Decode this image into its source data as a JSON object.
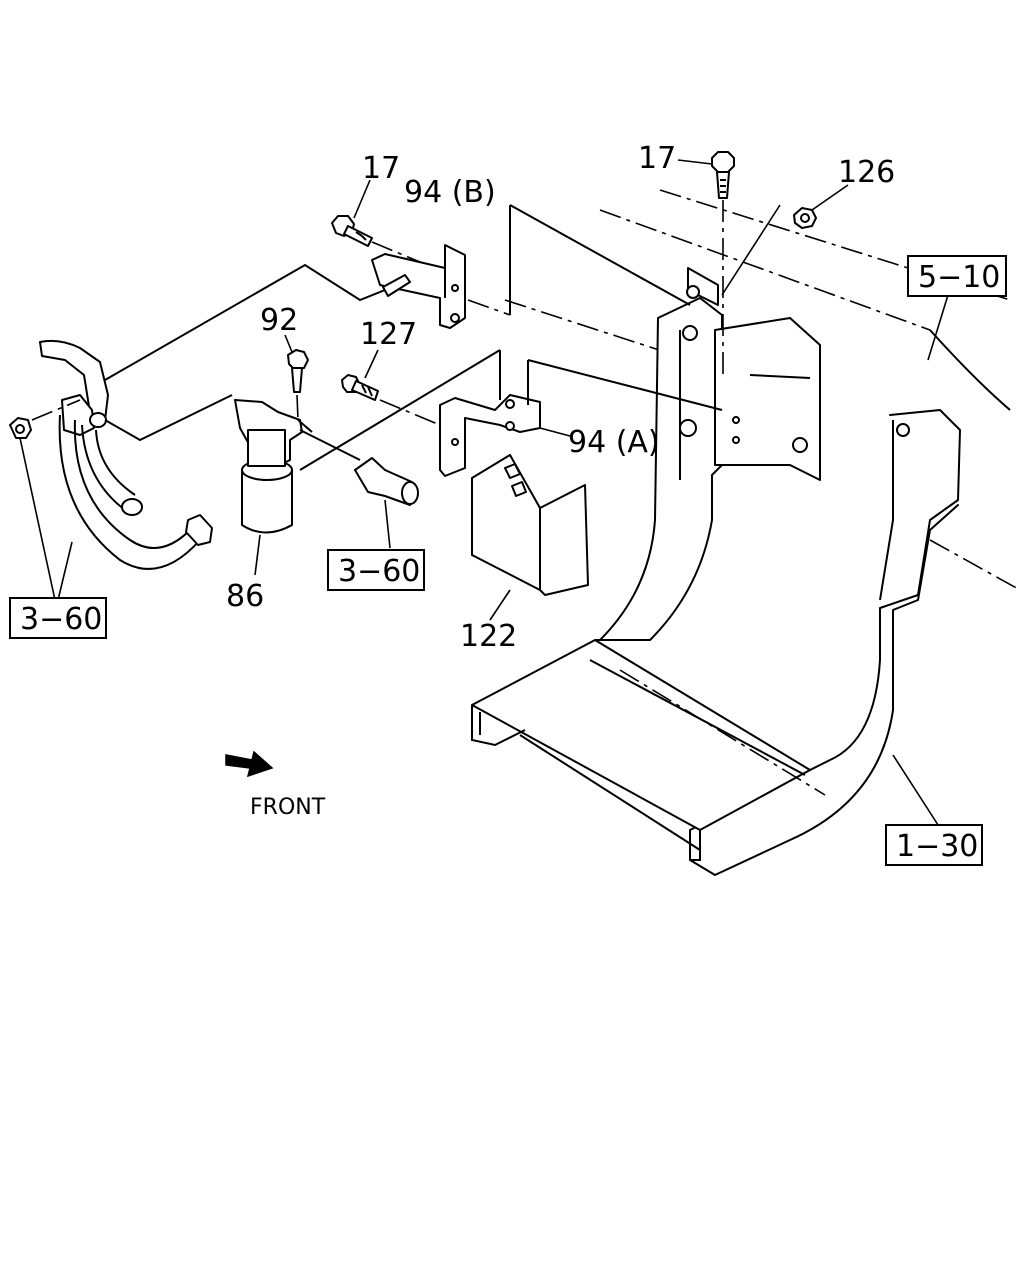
{
  "callouts": {
    "bolt_17_left": "17",
    "bolt_17_right": "17",
    "bracket_94b": "94 (B)",
    "bracket_94a": "94 (A)",
    "bolt_92": "92",
    "bolt_127": "127",
    "nut_126": "126",
    "sensor_86": "86",
    "cover_122": "122"
  },
  "references": {
    "ref_5_10": "5−10",
    "ref_3_60_mid": "3−60",
    "ref_3_60_left": "3−60",
    "ref_1_30": "1−30"
  },
  "direction": {
    "front_label": "FRONT"
  }
}
